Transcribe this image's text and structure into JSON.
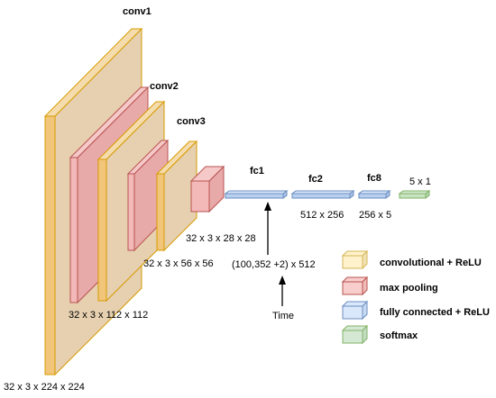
{
  "layers": {
    "conv1": {
      "title": "conv1",
      "dims": "32 x 3 x 224 x 224"
    },
    "pool1": {
      "dims": "32 x 3 x 112 x 112"
    },
    "conv2": {
      "title": "conv2"
    },
    "pool2": {
      "dims": "32 x 3 x 56 x 56"
    },
    "conv3": {
      "title": "conv3"
    },
    "pool3": {
      "dims": "32 x 3 x 28 x 28"
    },
    "fc1": {
      "title": "fc1",
      "dims": "(100,352 +2) x 512"
    },
    "fc2": {
      "title": "fc2",
      "dims": "512 x 256"
    },
    "fc8": {
      "title": "fc8",
      "dims": "256 x 5"
    },
    "softmax": {
      "dims": "5 x 1"
    }
  },
  "time_input": {
    "label": "Time"
  },
  "legend": [
    {
      "label": "convolutional + ReLU",
      "color": "#fff2cc",
      "stroke": "#d6b656"
    },
    {
      "label": "max pooling",
      "color": "#f8cecc",
      "stroke": "#b85450"
    },
    {
      "label": "fully connected + ReLU",
      "color": "#dae8fc",
      "stroke": "#6c8ebf"
    },
    {
      "label": "softmax",
      "color": "#d5e8d4",
      "stroke": "#82b366"
    }
  ],
  "colors": {
    "conv_front": "#f2c67a",
    "conv_body": "#e6d0b0",
    "conv_edge": "#d79b00",
    "pool_front": "#f3b8b8",
    "pool_body": "#e8a9a9",
    "pool_edge": "#b85450",
    "fc_fill": "#b8d0f0",
    "fc_edge": "#6c8ebf",
    "softmax_fill": "#c6e3c2",
    "softmax_edge": "#82b366"
  }
}
